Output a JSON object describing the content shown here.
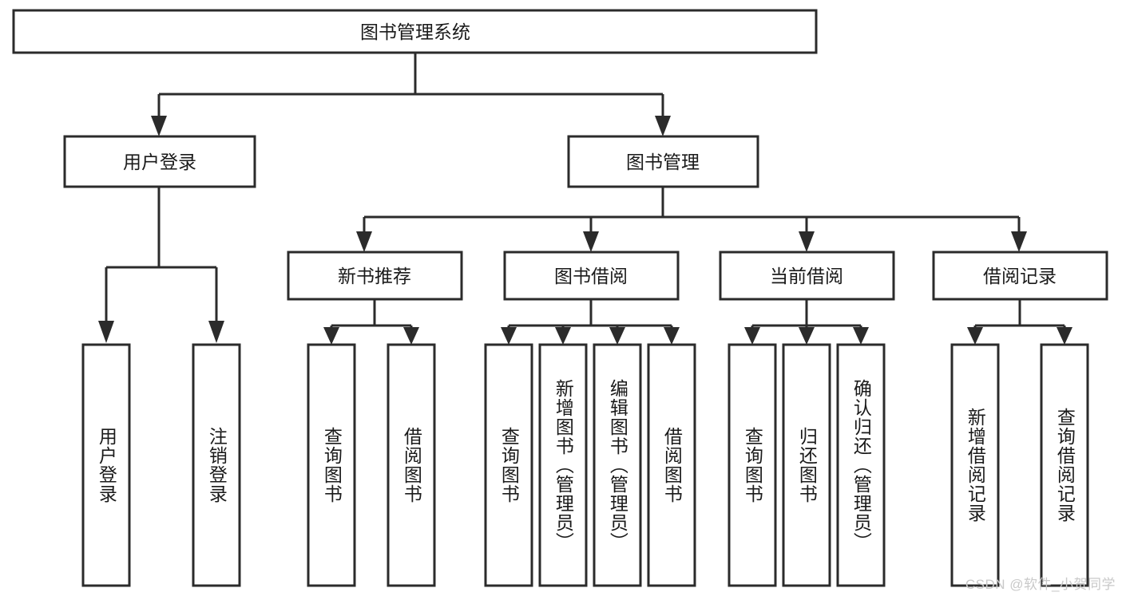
{
  "diagram": {
    "type": "tree",
    "title": "图书管理系统",
    "orientation": "top-down",
    "colors": {
      "box_fill": "#ffffff",
      "box_stroke": "#2b2b2b",
      "text": "#1a1a1a",
      "watermark": "#c9c9c9",
      "background": "#ffffff"
    },
    "root": {
      "label": "图书管理系统",
      "orientation": "horizontal"
    },
    "level2": [
      {
        "label": "用户登录",
        "orientation": "horizontal"
      },
      {
        "label": "图书管理",
        "orientation": "horizontal"
      }
    ],
    "level3": [
      {
        "label": "新书推荐",
        "orientation": "horizontal"
      },
      {
        "label": "图书借阅",
        "orientation": "horizontal"
      },
      {
        "label": "当前借阅",
        "orientation": "horizontal"
      },
      {
        "label": "借阅记录",
        "orientation": "horizontal"
      }
    ],
    "leaves": {
      "user_login": [
        {
          "label": "用户登录",
          "orientation": "vertical"
        },
        {
          "label": "注销登录",
          "orientation": "vertical"
        }
      ],
      "new_book_recommend": [
        {
          "label": "查询图书",
          "orientation": "vertical"
        },
        {
          "label": "借阅图书",
          "orientation": "vertical"
        }
      ],
      "book_borrow": [
        {
          "label": "查询图书",
          "orientation": "vertical"
        },
        {
          "label": "新增图书（管理员）",
          "orientation": "vertical"
        },
        {
          "label": "编辑图书（管理员）",
          "orientation": "vertical"
        },
        {
          "label": "借阅图书",
          "orientation": "vertical"
        }
      ],
      "current_borrow": [
        {
          "label": "查询图书",
          "orientation": "vertical"
        },
        {
          "label": "归还图书",
          "orientation": "vertical"
        },
        {
          "label": "确认归还（管理员）",
          "orientation": "vertical"
        }
      ],
      "borrow_record": [
        {
          "label": "新增借阅记录",
          "orientation": "vertical"
        },
        {
          "label": "查询借阅记录",
          "orientation": "vertical"
        }
      ]
    },
    "watermark": "CSDN @软件_小贺同学"
  }
}
